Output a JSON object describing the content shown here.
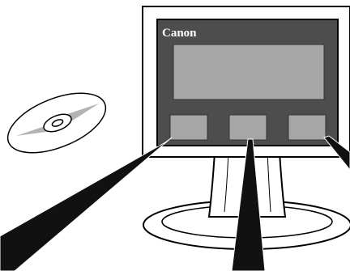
{
  "monitor": {
    "brand": "Canon",
    "screen_regions": [
      "main-panel",
      "left-panel",
      "center-panel",
      "right-panel"
    ]
  },
  "cd_disc": {
    "icon": "cd-rom-disc"
  },
  "colors": {
    "bezel": "#4d4d4d",
    "panel_gray": "#a6a6a6",
    "stand_fill": "#ffffff",
    "outline": "#000000",
    "pointer": "#111111"
  }
}
